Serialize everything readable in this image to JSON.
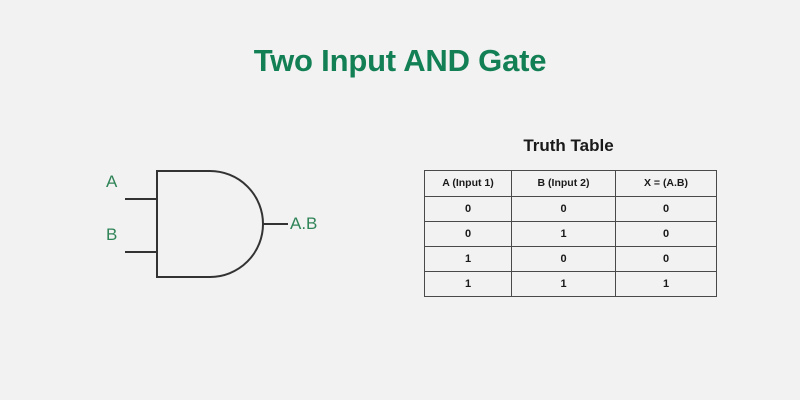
{
  "page": {
    "title": "Two Input AND Gate",
    "background_color": "#f2f2f2",
    "title_color": "#128054",
    "label_color": "#2f8457",
    "line_color": "#333333"
  },
  "diagram": {
    "name": "two-input-and-gate",
    "input_a_label": "A",
    "input_b_label": "B",
    "output_label": "A.B"
  },
  "truth_table": {
    "heading": "Truth Table",
    "columns": [
      "A (Input 1)",
      "B (Input 2)",
      "X = (A.B)"
    ],
    "rows": [
      [
        "0",
        "0",
        "0"
      ],
      [
        "0",
        "1",
        "0"
      ],
      [
        "1",
        "0",
        "0"
      ],
      [
        "1",
        "1",
        "1"
      ]
    ]
  }
}
